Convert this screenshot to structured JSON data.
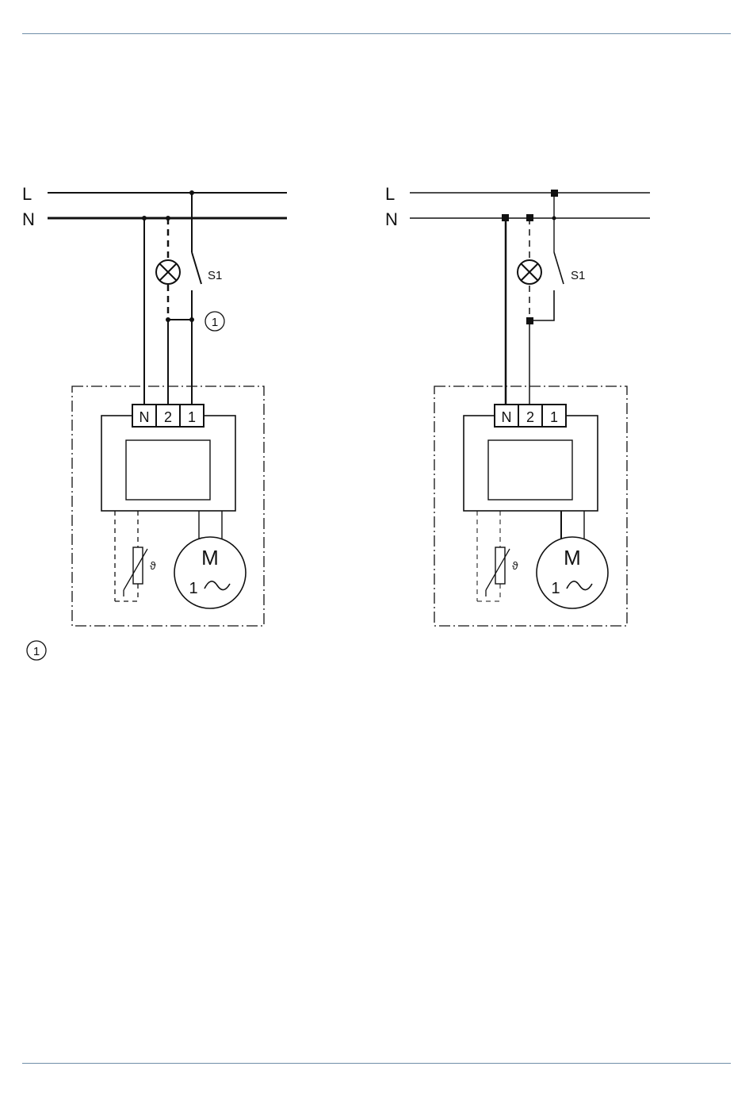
{
  "colors": {
    "rule": "#6f8ea8",
    "ink": "#111111"
  },
  "diagram_left": {
    "line_L": "L",
    "line_N": "N",
    "switch": "S1",
    "callout": "1",
    "terminals": [
      "N",
      "2",
      "1"
    ],
    "motor_symbol": "M",
    "motor_phase": "1",
    "thermistor_symbol": "ϑ"
  },
  "diagram_right": {
    "line_L": "L",
    "line_N": "N",
    "switch": "S1",
    "terminals": [
      "N",
      "2",
      "1"
    ],
    "motor_symbol": "M",
    "motor_phase": "1",
    "thermistor_symbol": "ϑ"
  },
  "footnote": {
    "marker": "1",
    "text": ""
  }
}
